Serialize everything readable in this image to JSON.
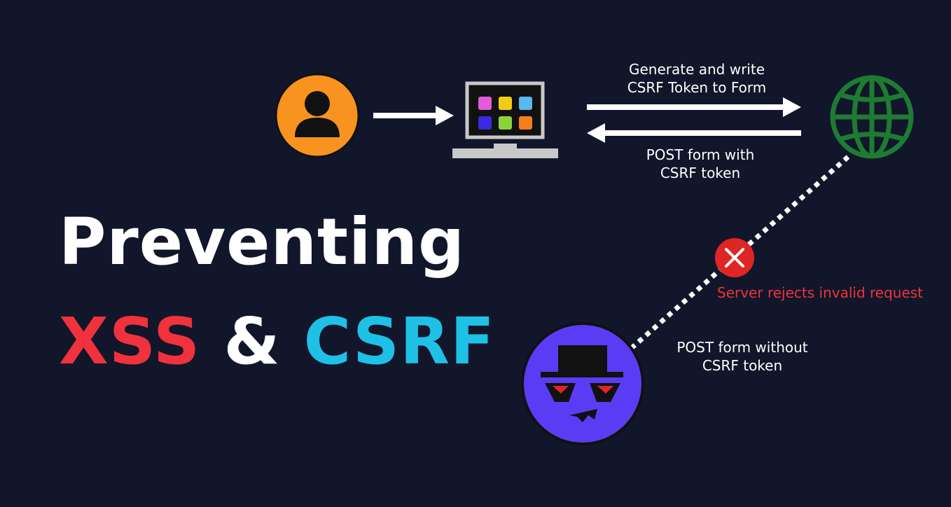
{
  "title": {
    "line1": "Preventing",
    "xss": "XSS",
    "amp": "&",
    "csrf": "CSRF"
  },
  "labels": {
    "generate_line1": "Generate and write",
    "generate_line2": "CSRF Token to Form",
    "post_with_line1": "POST form with",
    "post_with_line2": "CSRF token",
    "reject": "Server rejects invalid request",
    "post_without_line1": "POST form without",
    "post_without_line2": "CSRF token"
  },
  "colors": {
    "background": "#12162b",
    "user": "#f7931e",
    "server": "#1e7b32",
    "attacker": "#5b3cf5",
    "reject": "#f0323c",
    "xss": "#f0323c",
    "csrf": "#1ec0e6"
  },
  "icons": {
    "user": "user-icon",
    "laptop": "laptop-icon",
    "server": "globe-icon",
    "reject": "reject-x-icon",
    "attacker": "hacker-icon"
  }
}
